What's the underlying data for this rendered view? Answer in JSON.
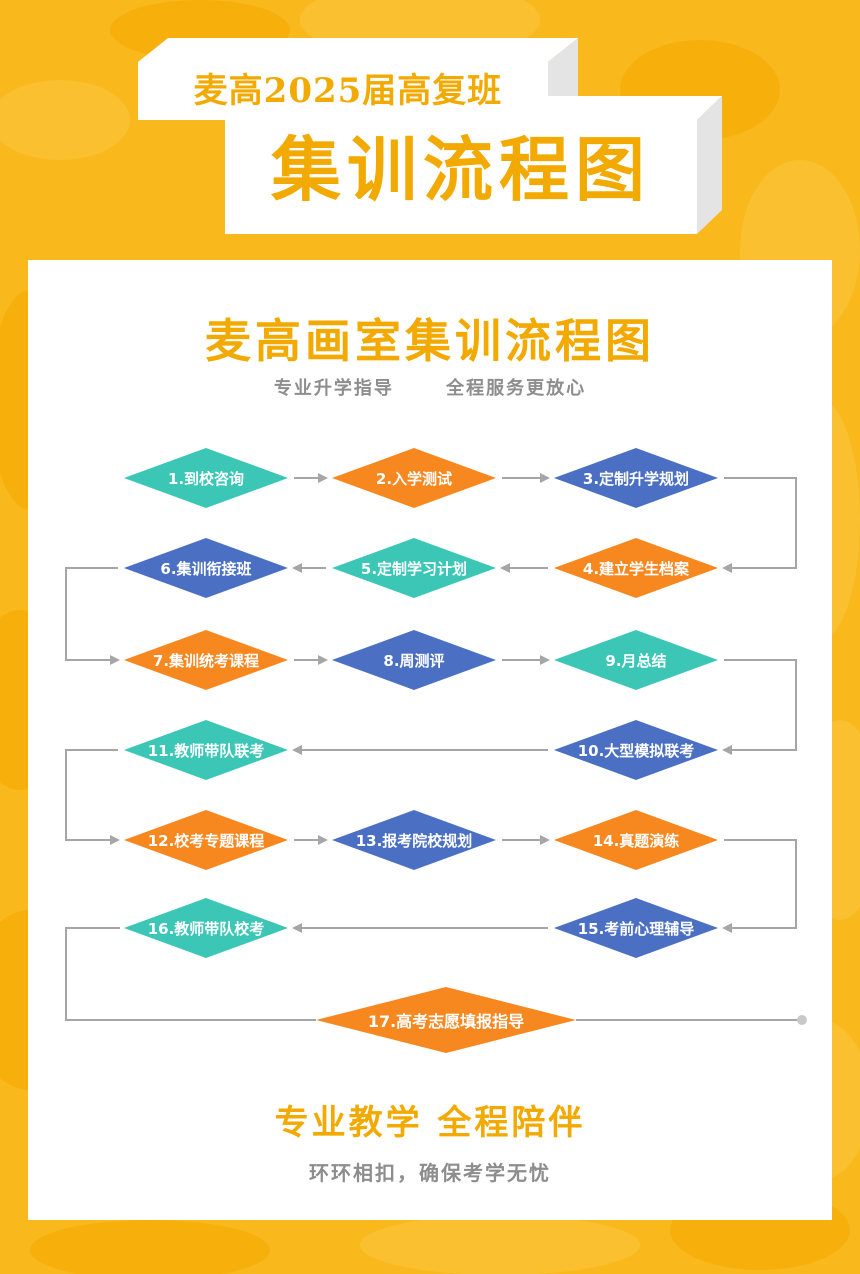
{
  "header": {
    "line1": "麦高2025届高复班",
    "line2": "集训流程图"
  },
  "card": {
    "title": "麦高画室集训流程图",
    "subtitle": [
      "专业升学指导",
      "全程服务更放心"
    ]
  },
  "colors": {
    "background": "#f9b81c",
    "accent": "#f2a900",
    "teal": "#3cc6b6",
    "orange": "#f7871f",
    "blue": "#4a6fc3",
    "connector": "#a6a6a6"
  },
  "steps": [
    {
      "label": "1.到校咨询",
      "color": "teal"
    },
    {
      "label": "2.入学测试",
      "color": "orange"
    },
    {
      "label": "3.定制升学规划",
      "color": "blue"
    },
    {
      "label": "4.建立学生档案",
      "color": "orange"
    },
    {
      "label": "5.定制学习计划",
      "color": "teal"
    },
    {
      "label": "6.集训衔接班",
      "color": "blue"
    },
    {
      "label": "7.集训统考课程",
      "color": "orange"
    },
    {
      "label": "8.周测评",
      "color": "blue"
    },
    {
      "label": "9.月总结",
      "color": "teal"
    },
    {
      "label": "10.大型模拟联考",
      "color": "blue"
    },
    {
      "label": "11.教师带队联考",
      "color": "teal"
    },
    {
      "label": "12.校考专题课程",
      "color": "orange"
    },
    {
      "label": "13.报考院校规划",
      "color": "blue"
    },
    {
      "label": "14.真题演练",
      "color": "orange"
    },
    {
      "label": "15.考前心理辅导",
      "color": "blue"
    },
    {
      "label": "16.教师带队校考",
      "color": "teal"
    },
    {
      "label": "17.高考志愿填报指导",
      "color": "orange"
    }
  ],
  "footer": {
    "title": "专业教学  全程陪伴",
    "subtitle": "环环相扣，确保考学无忧"
  }
}
